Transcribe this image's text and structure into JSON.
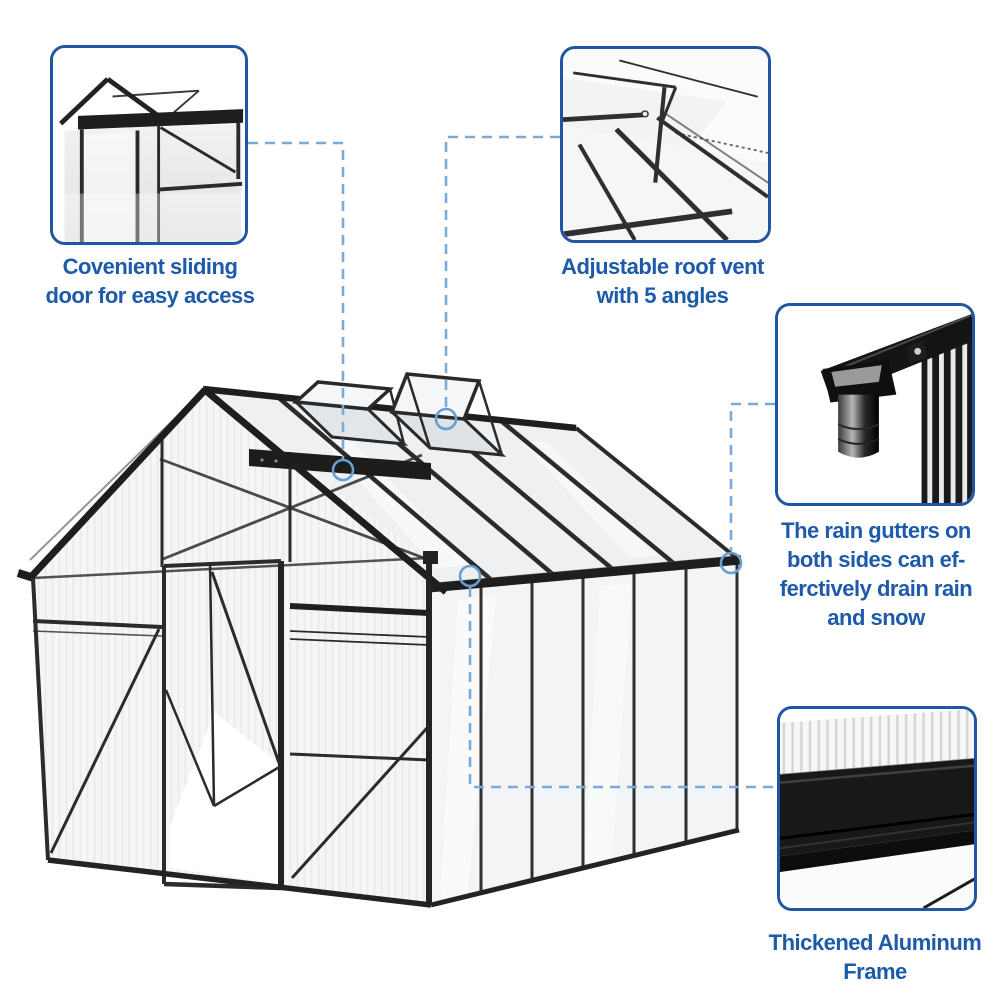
{
  "colors": {
    "box_border_blue": "#1f55a3",
    "caption_blue": "#1d5aa9",
    "connector_light_blue": "#7aaad8",
    "frame_dark": "#2b2b2b",
    "panel_light": "#f4f4f4"
  },
  "callouts": [
    {
      "name": "sliding-door",
      "caption_lines": [
        "Covenient sliding",
        "door for easy access"
      ]
    },
    {
      "name": "roof-vent",
      "caption_lines": [
        "Adjustable roof vent",
        "with 5 angles"
      ]
    },
    {
      "name": "rain-gutter",
      "caption_lines": [
        "The rain gutters on",
        "both sides can ef-",
        "ferctively drain rain",
        "and snow"
      ]
    },
    {
      "name": "aluminum-frame",
      "caption_lines": [
        "Thickened Aluminum",
        "Frame"
      ]
    }
  ]
}
